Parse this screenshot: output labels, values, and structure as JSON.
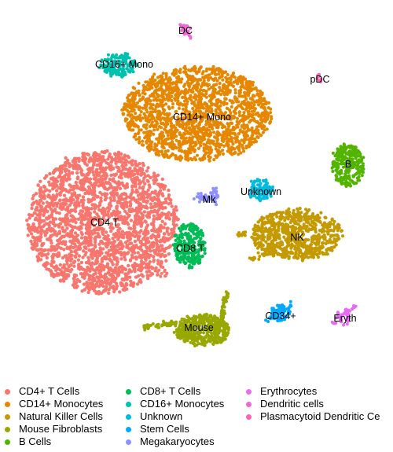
{
  "chart_data": {
    "type": "scatter",
    "title": "",
    "xlabel": "",
    "ylabel": "",
    "axes_visible": false,
    "grid": false,
    "legend_position": "bottom",
    "legend": [
      {
        "name": "CD4+ T Cells",
        "color": "#F8766D"
      },
      {
        "name": "CD14+ Monocytes",
        "color": "#E58700"
      },
      {
        "name": "Natural Killer Cells",
        "color": "#C49A00"
      },
      {
        "name": "Mouse Fibroblasts",
        "color": "#99A800"
      },
      {
        "name": "B Cells",
        "color": "#53B400"
      },
      {
        "name": "CD8+ T Cells",
        "color": "#00BC56"
      },
      {
        "name": "CD16+ Monocytes",
        "color": "#00C0AF"
      },
      {
        "name": "Unknown",
        "color": "#00BAE0"
      },
      {
        "name": "Stem Cells",
        "color": "#00A9FF"
      },
      {
        "name": "Megakaryocytes",
        "color": "#8F91FF"
      },
      {
        "name": "Erythrocytes",
        "color": "#E76BF3"
      },
      {
        "name": "Dendritic cells",
        "color": "#F066D3"
      },
      {
        "name": "Plasmacytoid Dendritic Ce",
        "color": "#FF63B6"
      }
    ],
    "cluster_labels": [
      "CD4 T",
      "CD14+ Mono",
      "NK",
      "Mouse",
      "B",
      "CD8 T",
      "CD16+ Mono",
      "Unknown",
      "CD34+",
      "Mk",
      "Eryth",
      "DC",
      "pDC"
    ]
  }
}
